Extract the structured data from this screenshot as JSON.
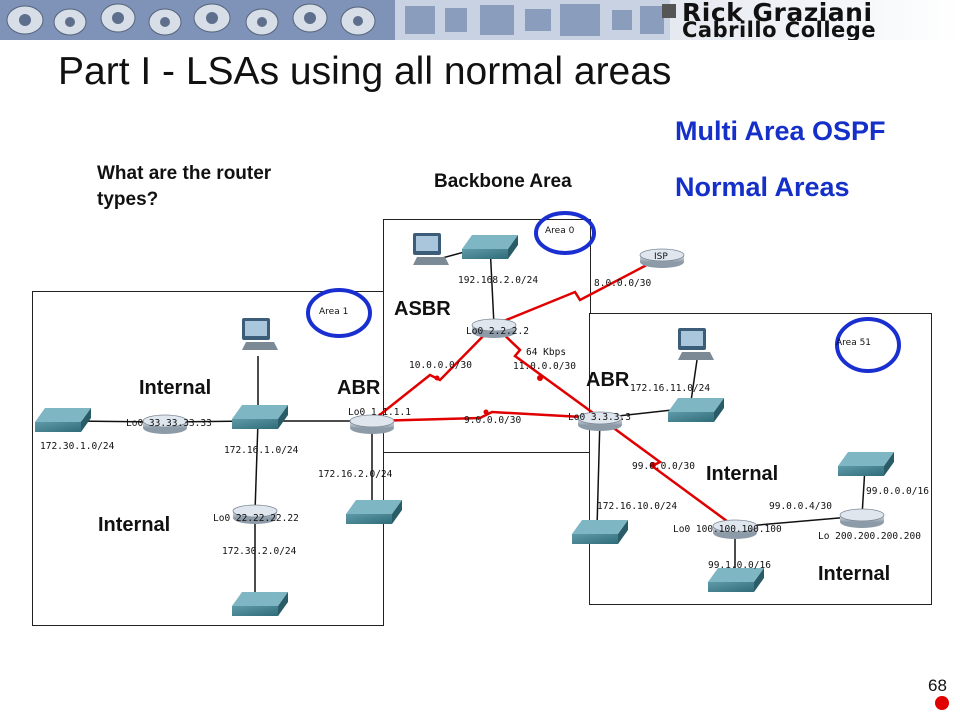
{
  "banner": {
    "line1": "Rick Graziani",
    "line2": "Cabrillo College"
  },
  "slide": {
    "title": "Part I - LSAs using all normal areas",
    "subtitle1": "Multi Area OSPF",
    "subtitle2": "Normal Areas",
    "question": "What are the router types?",
    "backbone_note": "Backbone Area",
    "page_number": "68"
  },
  "areas": {
    "area0": "Area 0",
    "area1": "Area 1",
    "area51": "Area 51"
  },
  "roles": {
    "asbr": "ASBR",
    "abr_left": "ABR",
    "abr_right": "ABR",
    "internal_r3": "Internal",
    "internal_r2": "Internal",
    "internal_r5": "Internal",
    "internal_r6": "Internal"
  },
  "devices": {
    "isp": "ISP",
    "r1_lo": "Lo0 1.1.1.1",
    "r2_lo": "Lo0 2.2.2.2",
    "r3_lo": "Lo0 3.3.3.3",
    "r4_lo": "Lo0 33.33.33.33",
    "r5_lo": "Lo0 22.22.22.22",
    "r6_lo": "Lo0 100.100.100.100",
    "r7_lo": "Lo 200.200.200.200"
  },
  "networks": {
    "n192": "192.168.2.0/24",
    "n8": "8.0.0.0/30",
    "n10": "10.0.0.0/30",
    "speed": "64 Kbps",
    "n11": "11.0.0.0/30",
    "n9": "9.0.0.0/30",
    "n172_16_11": "172.16.11.0/24",
    "n172_30_1": "172.30.1.0/24",
    "n172_16_1": "172.16.1.0/24",
    "n172_16_2": "172.16.2.0/24",
    "n172_30_2": "172.30.2.0/24",
    "n99_0_0_0_30": "99.0.0.0/30",
    "n172_16_10": "172.16.10.0/24",
    "n99_0_0_4": "99.0.0.4/30",
    "n99_0_0_0_16": "99.0.0.0/16",
    "n99_1": "99.1.0.0/16"
  },
  "colors": {
    "accent_blue": "#1530c8",
    "link_red": "#e00000",
    "ellipse_blue": "#1a2fd0"
  }
}
